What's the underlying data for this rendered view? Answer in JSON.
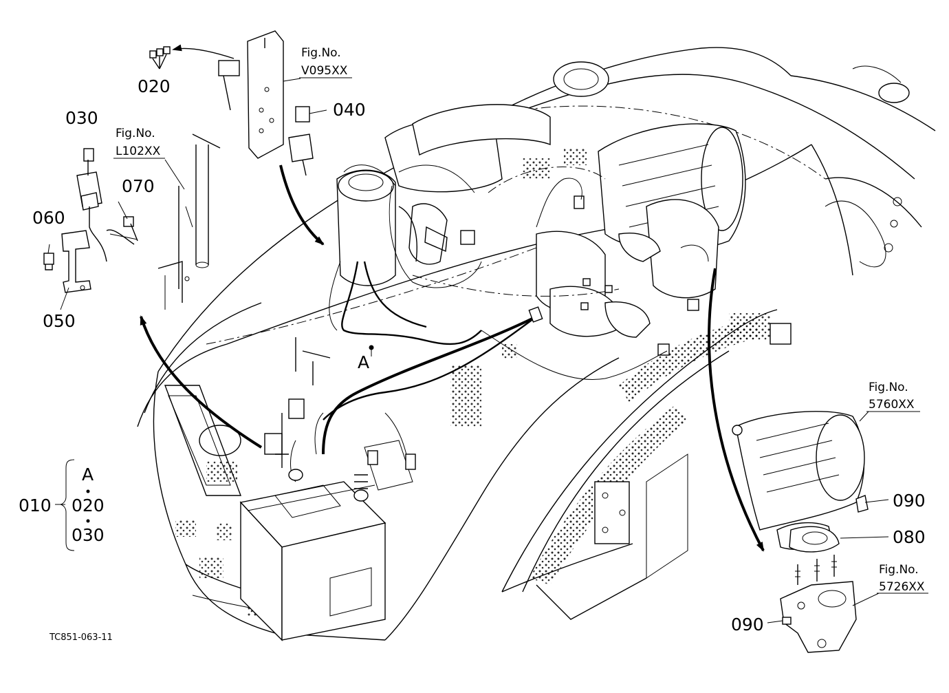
{
  "callouts": {
    "p010": "010",
    "p020": "020",
    "p030": "030",
    "p040": "040",
    "p050": "050",
    "p060": "060",
    "p070": "070",
    "p080": "080",
    "p090_right": "090",
    "p090_bottom": "090",
    "point_a": "A"
  },
  "set_group": {
    "label": "010",
    "items": [
      "A",
      "020",
      "030"
    ]
  },
  "fig_refs": {
    "v095": {
      "prefix": "Fig.No.",
      "number": "V095XX"
    },
    "l102": {
      "prefix": "Fig.No.",
      "number": "L102XX"
    },
    "f5760": {
      "prefix": "Fig.No.",
      "number": "5760XX"
    },
    "f5726": {
      "prefix": "Fig.No.",
      "number": "5726XX"
    }
  },
  "drawing_code": "TC851-063-11",
  "icons": {
    "flow_arrow": "curved-arrow-icon",
    "group_brace": "brace-icon"
  }
}
